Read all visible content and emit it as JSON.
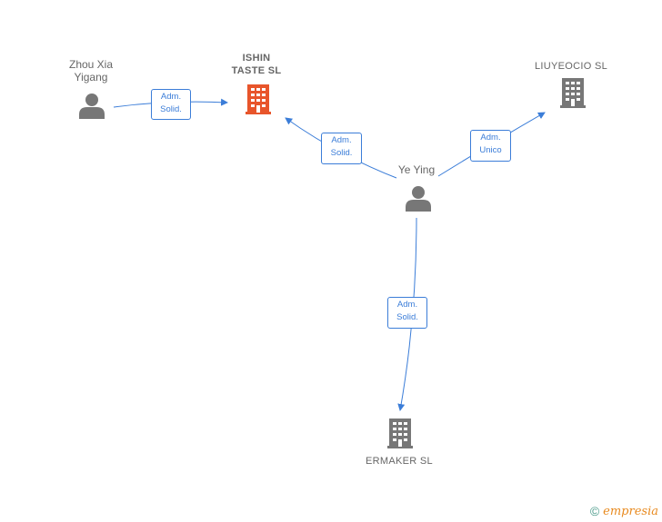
{
  "nodes": {
    "zhou": {
      "label_line1": "Zhou Xia",
      "label_line2": "Yigang",
      "type": "person",
      "icon": "person-icon"
    },
    "ishin": {
      "label_line1": "ISHIN",
      "label_line2": "TASTE  SL",
      "type": "company",
      "focus": true,
      "icon": "building-icon"
    },
    "liuyeocio": {
      "label": "LIUYEOCIO  SL",
      "type": "company",
      "icon": "building-icon"
    },
    "ye": {
      "label": "Ye Ying",
      "type": "person",
      "icon": "person-icon"
    },
    "ermaker": {
      "label": "ERMAKER  SL",
      "type": "company",
      "icon": "building-icon"
    }
  },
  "edges": {
    "zhou_ishin": {
      "line1": "Adm.",
      "line2": "Solid."
    },
    "ye_ishin": {
      "line1": "Adm.",
      "line2": "Solid."
    },
    "ye_liuyeocio": {
      "line1": "Adm.",
      "line2": "Unico"
    },
    "ye_ermaker": {
      "line1": "Adm.",
      "line2": "Solid."
    }
  },
  "colors": {
    "edge": "#3b7dd8",
    "node": "#777777",
    "focus": "#e8552b",
    "brand": "#e88a1f"
  },
  "footer": {
    "copyright": "©",
    "brand": "empresia"
  }
}
